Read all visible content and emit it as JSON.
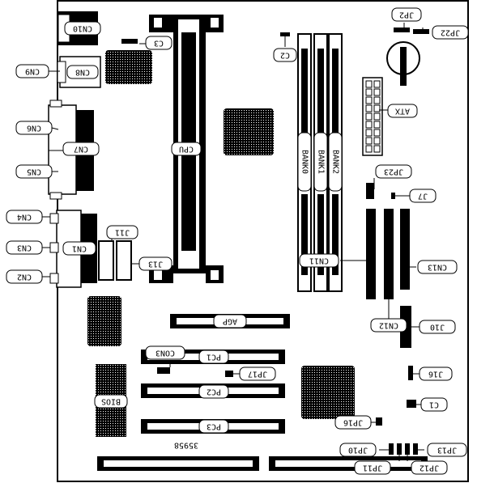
{
  "title": "",
  "labels": {
    "cn10": "CN10",
    "cn9": "CN9",
    "cn8": "CN8",
    "cn6": "CN6",
    "cn7": "CN7",
    "cn5": "CN5",
    "cn4": "CN4",
    "cn3": "CN3",
    "cn1": "CN1",
    "cn2": "CN2",
    "c3": "C3",
    "c2": "C2",
    "jp2": "JP2",
    "jp22": "JP22",
    "atx": "ATX",
    "cpu": "CPU",
    "jp23": "JP23",
    "j7": "J7",
    "j11": "J11",
    "j13": "J13",
    "cn11": "CN11",
    "cn13": "CN13",
    "cn12": "CN12",
    "j10": "J10",
    "agp": "AGP",
    "pc1": "PC1",
    "con3": "CON3",
    "jp17": "JP17",
    "j16": "J16",
    "pc2": "PC2",
    "bios": "BIOS",
    "c1": "C1",
    "jp16": "JP16",
    "pc3": "PC3",
    "jp10": "JP10",
    "jp13": "JP13",
    "jp11": "JP11",
    "jp12": "JP12",
    "bank0": "BANK0",
    "bank1": "BANK1",
    "bank2": "BANK2",
    "board_id": "35958"
  }
}
